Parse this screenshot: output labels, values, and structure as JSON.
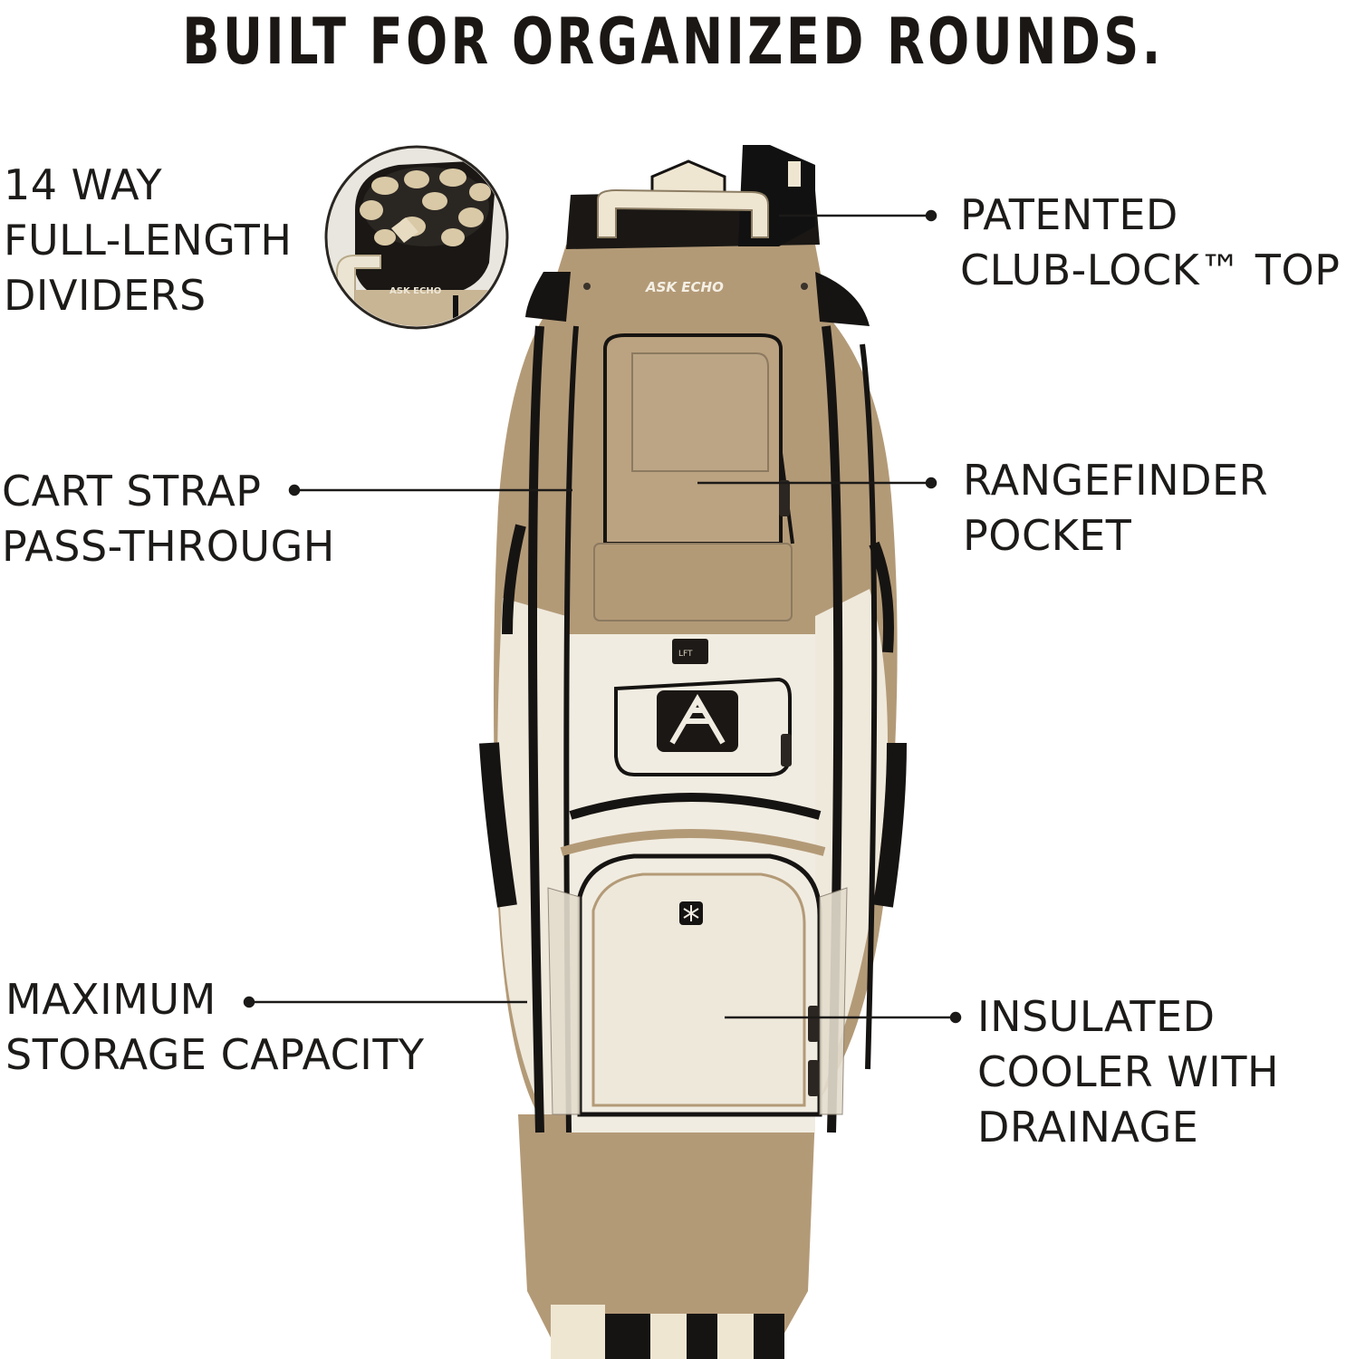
{
  "headline": "BUILT FOR ORGANIZED ROUNDS.",
  "brand": {
    "wordmark": "ASK ECHO",
    "pocket_tag": "LFT",
    "inset_wordmark": "ASK ECHO"
  },
  "features": [
    {
      "id": "dividers",
      "lines": [
        "14 WAY",
        "FULL-LENGTH",
        "DIVIDERS"
      ]
    },
    {
      "id": "club-lock",
      "lines": [
        "PATENTED",
        "CLUB-LOCK™ TOP"
      ]
    },
    {
      "id": "strap",
      "lines": [
        "CART STRAP",
        "PASS-THROUGH"
      ]
    },
    {
      "id": "rangefinder",
      "lines": [
        "RANGEFINDER",
        "POCKET"
      ]
    },
    {
      "id": "storage",
      "lines": [
        "MAXIMUM",
        "STORAGE CAPACITY"
      ]
    },
    {
      "id": "cooler",
      "lines": [
        "INSULATED",
        "COOLER WITH",
        "DRAINAGE"
      ]
    }
  ],
  "colors": {
    "tan": "#b39a77",
    "tan_dark": "#8f7a5c",
    "cream": "#f1ece1",
    "black": "#161412",
    "line": "#1c1a18"
  },
  "icons": [
    "club-lock-top-icon",
    "snowflake-icon",
    "brand-logo-icon",
    "zipper-icon",
    "divider-top-icon"
  ]
}
